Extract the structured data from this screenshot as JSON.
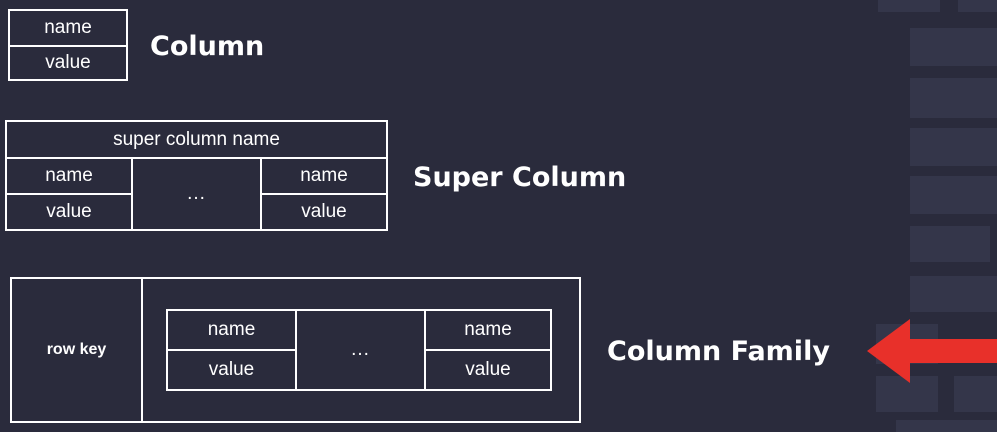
{
  "column": {
    "name": "name",
    "value": "value",
    "title": "Column"
  },
  "super_column": {
    "header": "super column name",
    "left": {
      "name": "name",
      "value": "value"
    },
    "ellipsis": "...",
    "right": {
      "name": "name",
      "value": "value"
    },
    "title": "Super Column"
  },
  "column_family": {
    "row_key": "row key",
    "left": {
      "name": "name",
      "value": "value"
    },
    "ellipsis": "...",
    "right": {
      "name": "name",
      "value": "value"
    },
    "title": "Column Family"
  },
  "colors": {
    "background": "#2a2b3c",
    "stroke": "#ffffff",
    "arrow": "#e8302a",
    "bg_blocks": "#34364a"
  },
  "icons": {
    "pointer": "arrow-left-icon"
  }
}
